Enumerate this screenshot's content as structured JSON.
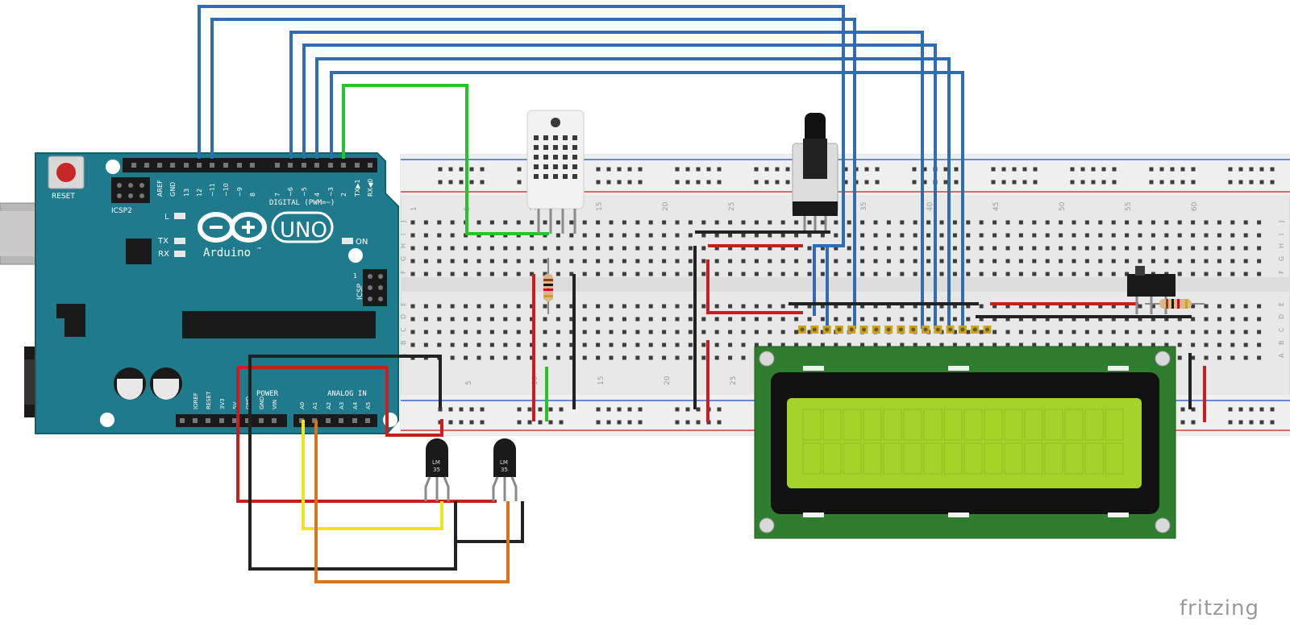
{
  "arduino": {
    "reset_label": "RESET",
    "icsp2_label": "ICSP2",
    "icsp_label": "ICSP",
    "l_label": "L",
    "tx_label": "TX",
    "rx_label": "RX",
    "on_label": "ON",
    "uno_label": "UNO",
    "brand_label": "Arduino",
    "trademark": "™",
    "digital_label": "DIGITAL (PWM=~)",
    "power_label": "POWER",
    "analog_label": "ANALOG IN",
    "pin_one": "1",
    "top_pins": [
      "AREF",
      "GND",
      "13",
      "12",
      "~11",
      "~10",
      "~9",
      "8",
      "7",
      "~6",
      "~5",
      "4",
      "~3",
      "2",
      "TX▶1",
      "RX◀0"
    ],
    "bottom_pins": [
      "IOREF",
      "RESET",
      "3V3",
      "5V",
      "GND",
      "GND",
      "VIN",
      "A0",
      "A1",
      "A2",
      "A3",
      "A4",
      "A5"
    ]
  },
  "breadboard": {
    "col_numbers": [
      "1",
      "5",
      "10",
      "15",
      "20",
      "25",
      "30",
      "35",
      "40",
      "45",
      "50",
      "55",
      "60"
    ],
    "bottom_numbers": [
      "5",
      "10",
      "15",
      "20",
      "25"
    ],
    "row_letters_top": [
      "J",
      "I",
      "H",
      "G",
      "F"
    ],
    "row_letters_bottom": [
      "E",
      "D",
      "C",
      "B",
      "A"
    ]
  },
  "sensors": {
    "lm35_label_line1": "LM",
    "lm35_label_line2": "35"
  },
  "wire_colors": {
    "blue": "#2e6db4",
    "green": "#25c42a",
    "red": "#c81e1e",
    "black": "#222222",
    "yellow": "#f0e41e",
    "orange": "#d6731c"
  },
  "board_color": "#1f7a8c",
  "lcd_color": "#2f7d2f",
  "lcd_screen_color": "#a6d32a",
  "watermark": "fritzing"
}
